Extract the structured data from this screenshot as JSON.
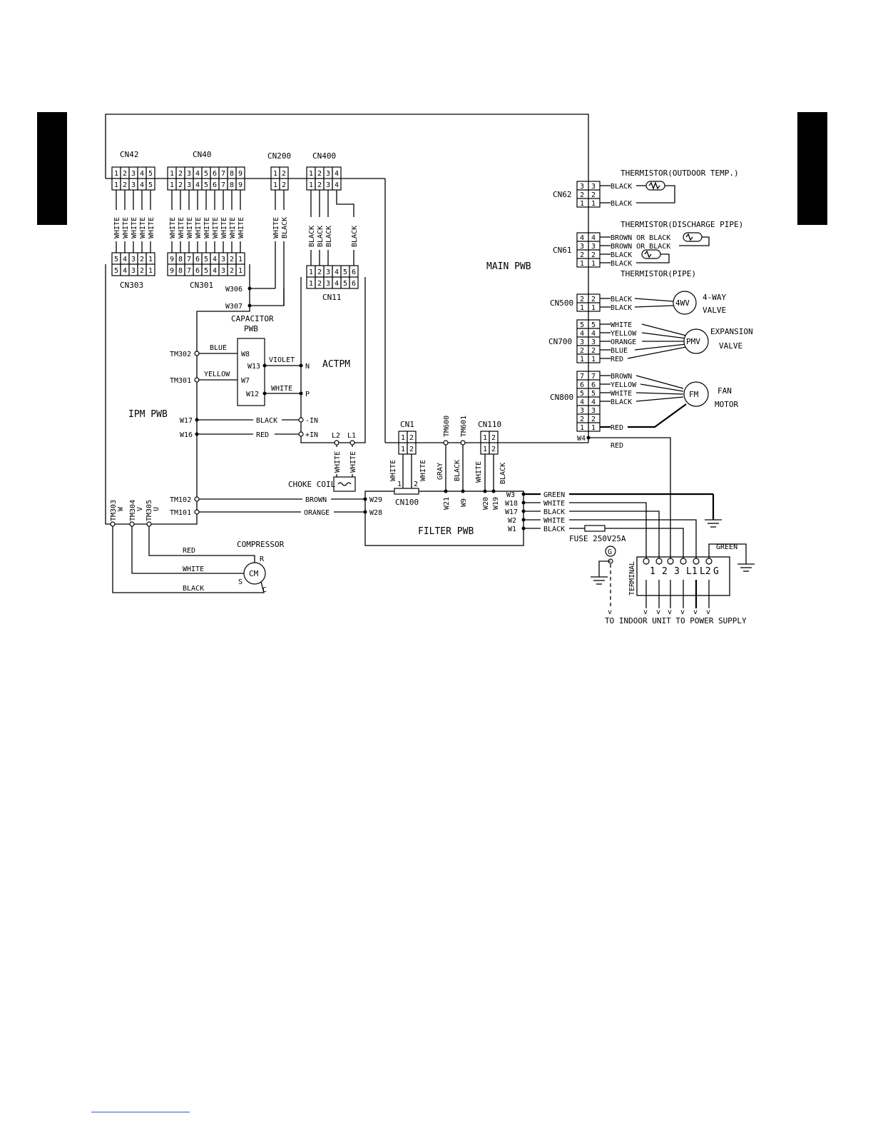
{
  "title": "",
  "boards": {
    "main_pwb": "MAIN PWB",
    "ipm_pwb": "IPM PWB",
    "filter_pwb": "FILTER PWB",
    "capacitor_pwb": [
      "CAPACITOR",
      "PWB"
    ],
    "actpm": "ACTPM"
  },
  "connectors": {
    "cn42": "CN42",
    "cn40": "CN40",
    "cn200": "CN200",
    "cn400": "CN400",
    "cn303": "CN303",
    "cn301": "CN301",
    "cn11": "CN11",
    "cn1": "CN1",
    "cn110": "CN110",
    "cn100": "CN100",
    "cn62": "CN62",
    "cn61": "CN61",
    "cn500": "CN500",
    "cn700": "CN700",
    "cn800": "CN800"
  },
  "pins": {
    "cn42": [
      "1",
      "2",
      "3",
      "4",
      "5"
    ],
    "cn303": [
      "5",
      "4",
      "3",
      "2",
      "1"
    ],
    "cn40": [
      "1",
      "2",
      "3",
      "4",
      "5",
      "6",
      "7",
      "8",
      "9"
    ],
    "cn301": [
      "9",
      "8",
      "7",
      "6",
      "5",
      "4",
      "3",
      "2",
      "1"
    ],
    "cn200": [
      "1",
      "2"
    ],
    "cn400": [
      "1",
      "2",
      "3",
      "4"
    ],
    "cn11": [
      "1",
      "2",
      "3",
      "4",
      "5",
      "6"
    ],
    "cn1": [
      "1",
      "2"
    ],
    "cn110": [
      "1",
      "2"
    ],
    "cn62": [
      "3",
      "2",
      "1"
    ],
    "cn61": [
      "4",
      "3",
      "2",
      "1"
    ],
    "cn500": [
      "2",
      "1"
    ],
    "cn700": [
      "5",
      "4",
      "3",
      "2",
      "1"
    ],
    "cn800": [
      "7",
      "6",
      "5",
      "4",
      "3",
      "2",
      "1"
    ]
  },
  "wire_colors_vertical": {
    "cn42": [
      "WHITE",
      "WHITE",
      "WHITE",
      "WHITE",
      "WHITE"
    ],
    "cn40": [
      "WHITE",
      "WHITE",
      "WHITE",
      "WHITE",
      "WHITE",
      "WHITE",
      "WHITE",
      "WHITE",
      "WHITE"
    ],
    "cn200": [
      "WHITE",
      "BLACK"
    ],
    "cn400": [
      "BLACK",
      "BLACK",
      "BLACK",
      "BLACK"
    ],
    "choke": [
      "WHITE",
      "WHITE"
    ],
    "cn1": [
      "WHITE",
      "WHITE"
    ],
    "tm600": "GRAY",
    "tm601": "BLACK",
    "cn110": [
      "WHITE",
      "BLACK"
    ]
  },
  "terminals": {
    "w306": "W306",
    "w307": "W307",
    "tm302": "TM302",
    "tm301": "TM301",
    "w8": "W8",
    "w7": "W7",
    "w13": "W13",
    "w12": "W12",
    "n": "N",
    "p": "P",
    "minus_in": "-IN",
    "plus_in": "+IN",
    "w17": "W17",
    "w16": "W16",
    "l2": "L2",
    "l1": "L1",
    "tm102": "TM102",
    "tm101": "TM101",
    "tm303": "TM303",
    "tm304": "TM304",
    "tm305": "TM305",
    "tm303_letter": "W",
    "tm304_letter": "V",
    "tm305_letter": "U",
    "w29": "W29",
    "w28": "W28",
    "tm600": "TM600",
    "tm601": "TM601",
    "w21": "W21",
    "w9": "W9",
    "w20": "W20",
    "w19": "W19",
    "w3": "W3",
    "w18": "W18",
    "w17f": "W17",
    "w2": "W2",
    "w1": "W1",
    "w4": "W4",
    "cn100_1": "1",
    "cn100_2": "2"
  },
  "wire_labels": {
    "blue": "BLUE",
    "yellow": "YELLOW",
    "violet": "VIOLET",
    "white_p": "WHITE",
    "black_in": "BLACK",
    "red_in": "RED",
    "brown": "BROWN",
    "orange": "ORANGE",
    "red_w4": "RED",
    "comp_red": "RED",
    "comp_white": "WHITE",
    "comp_black": "BLACK",
    "f_green": "GREEN",
    "f_white1": "WHITE",
    "f_black1": "BLACK",
    "f_white2": "WHITE",
    "f_black2": "BLACK",
    "ground_green": "GREEN"
  },
  "components": {
    "choke_coil": "CHOKE COIL",
    "compressor": "COMPRESSOR",
    "cm": "CM",
    "comp_r": "R",
    "comp_s": "S",
    "comp_c": "C",
    "thermistor_outdoor": "THERMISTOR(OUTDOOR TEMP.)",
    "thermistor_discharge": "THERMISTOR(DISCHARGE PIPE)",
    "thermistor_pipe": "THERMISTOR(PIPE)",
    "fourwv": "4WV",
    "fourwv_label": [
      "4-WAY",
      "VALVE"
    ],
    "pmv": "PMV",
    "pmv_label": [
      "EXPANSION",
      "VALVE"
    ],
    "fm": "FM",
    "fm_label": [
      "FAN",
      "MOTOR"
    ],
    "fuse": "FUSE 250V25A",
    "terminal": "TERMINAL",
    "terminal_pins": [
      "1",
      "2",
      "3",
      "L1",
      "L2",
      "G"
    ],
    "ground_symbol": "G"
  },
  "peripheral_wires": {
    "cn62": [
      "BLACK",
      "BLACK"
    ],
    "cn61": [
      "BROWN OR BLACK",
      "BROWN OR BLACK",
      "BLACK",
      "BLACK"
    ],
    "cn500": [
      "BLACK",
      "BLACK"
    ],
    "cn700": [
      "WHITE",
      "YELLOW",
      "ORANGE",
      "BLUE",
      "RED"
    ],
    "cn800": [
      "BROWN",
      "YELLOW",
      "WHITE",
      "BLACK",
      "",
      "",
      "RED"
    ]
  },
  "bottom_note": "TO INDOOR UNIT TO POWER SUPPLY"
}
